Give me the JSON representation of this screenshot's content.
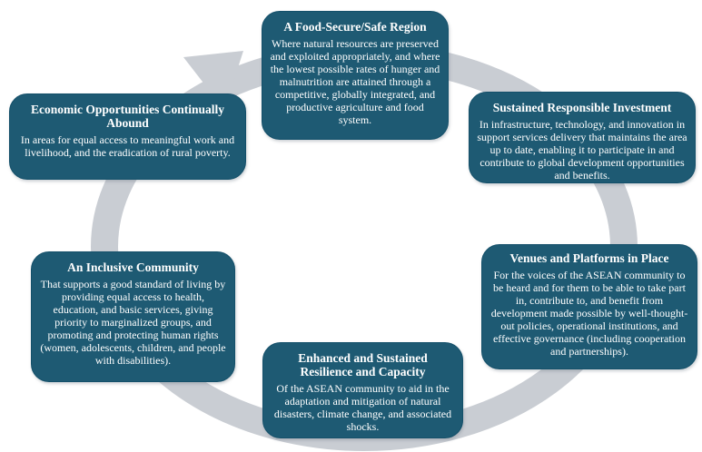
{
  "diagram": {
    "type": "cycle",
    "direction": "clockwise",
    "colors": {
      "node_fill": "#1e5a73",
      "node_border": "#14506a",
      "node_text": "#ffffff",
      "ring": "#c9cdd3",
      "background": "#ffffff"
    },
    "nodes": [
      {
        "id": "food-secure-region",
        "title": "A Food-Secure/Safe Region",
        "body": "Where natural resources are preserved and exploited appropriately, and where the lowest possible rates of hunger and malnutrition are attained through a competitive, globally integrated, and productive agriculture and food system."
      },
      {
        "id": "sustained-responsible-investment",
        "title": "Sustained Responsible Investment",
        "body": "In infrastructure, technology, and innovation in support services delivery that maintains the area up to date, enabling it to participate in and contribute to global development opportunities and benefits."
      },
      {
        "id": "venues-and-platforms",
        "title": "Venues and Platforms in Place",
        "body": "For the voices of the ASEAN community to be heard and for them to be able to take part in, contribute to, and benefit from development made possible by well-thought-out policies, operational institutions, and effective governance (including cooperation and partnerships)."
      },
      {
        "id": "resilience-and-capacity",
        "title": "Enhanced and Sustained Resilience and Capacity",
        "body": "Of the ASEAN community to aid in the adaptation and mitigation of natural disasters, climate change, and associated shocks."
      },
      {
        "id": "inclusive-community",
        "title": "An Inclusive Community",
        "body": "That supports a good standard of living by providing equal access to health, education, and basic services, giving priority to marginalized groups, and promoting and protecting human rights (women, adolescents, children, and people with disabilities)."
      },
      {
        "id": "economic-opportunities",
        "title": "Economic Opportunities Continually Abound",
        "body": "In areas for equal access to meaningful work and livelihood, and the eradication of rural poverty."
      }
    ]
  }
}
